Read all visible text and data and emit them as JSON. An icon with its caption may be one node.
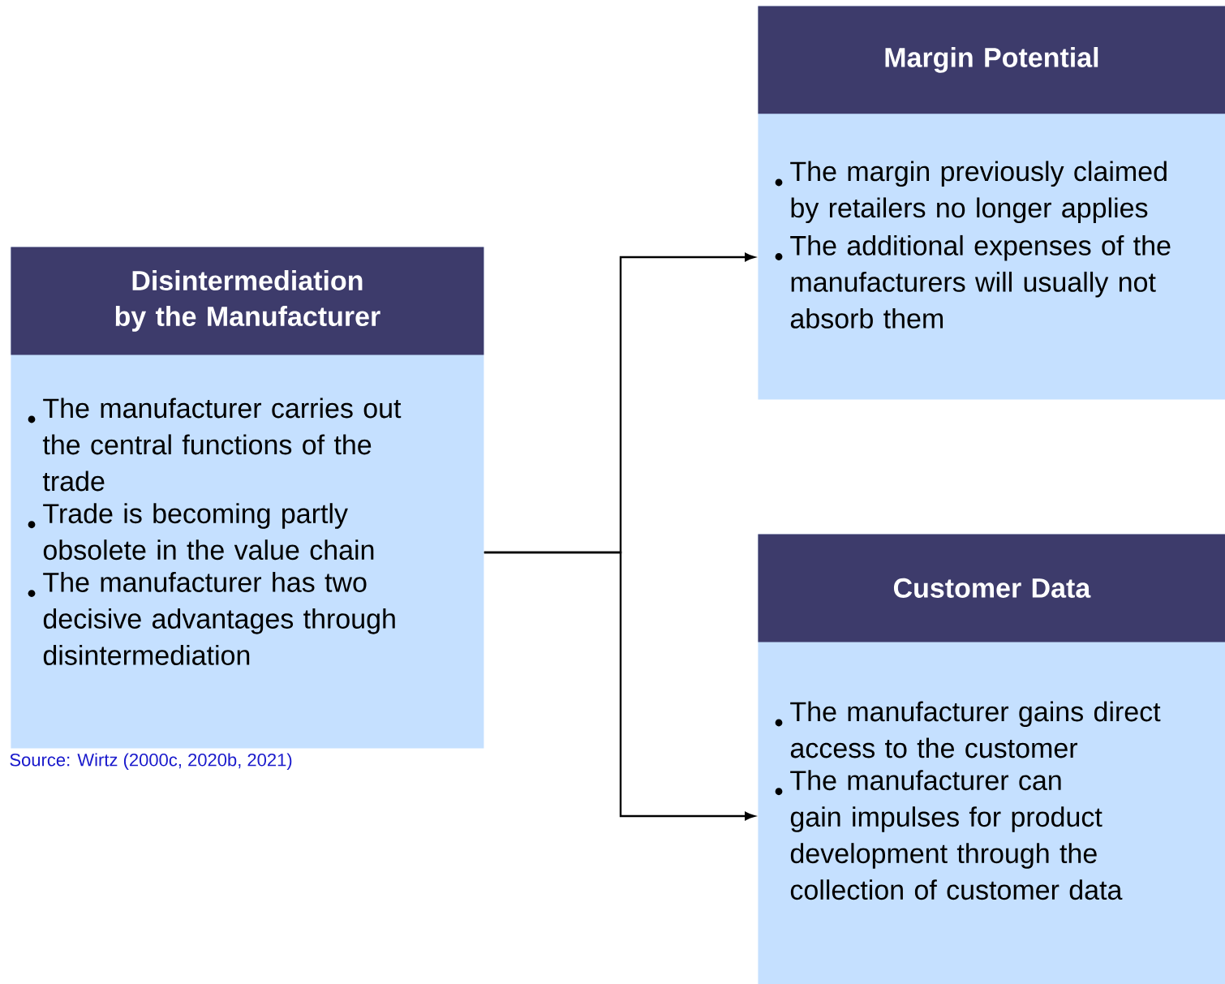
{
  "diagram": {
    "nodes": [
      {
        "text": [
          "Disintermediation by the Manufacturer",
          "The manufacturer carries out the central functions of the trade",
          "Trade is becoming partly obsolete in the value chain",
          "The manufacturer has two decisive advantages through disintermediation"
        ],
        "beside": [
          "Source: Wirtz (2000c, 2020b, 2021)"
        ]
      },
      {
        "text": [
          "Margin Potential",
          "The margin previously claimed by retailers no longer applies",
          "The additional expenses of the manufacturers will usually not absorb them"
        ]
      },
      {
        "text": [
          "Customer Data",
          "The manufacturer gains direct access to the customer",
          "The manufacturer can gain impulses for product development through the collection of customer data"
        ]
      }
    ],
    "edges": [
      {
        "from": 0,
        "to": 1,
        "arrow": "to"
      },
      {
        "from": 0,
        "to": 2,
        "arrow": "to"
      }
    ]
  }
}
